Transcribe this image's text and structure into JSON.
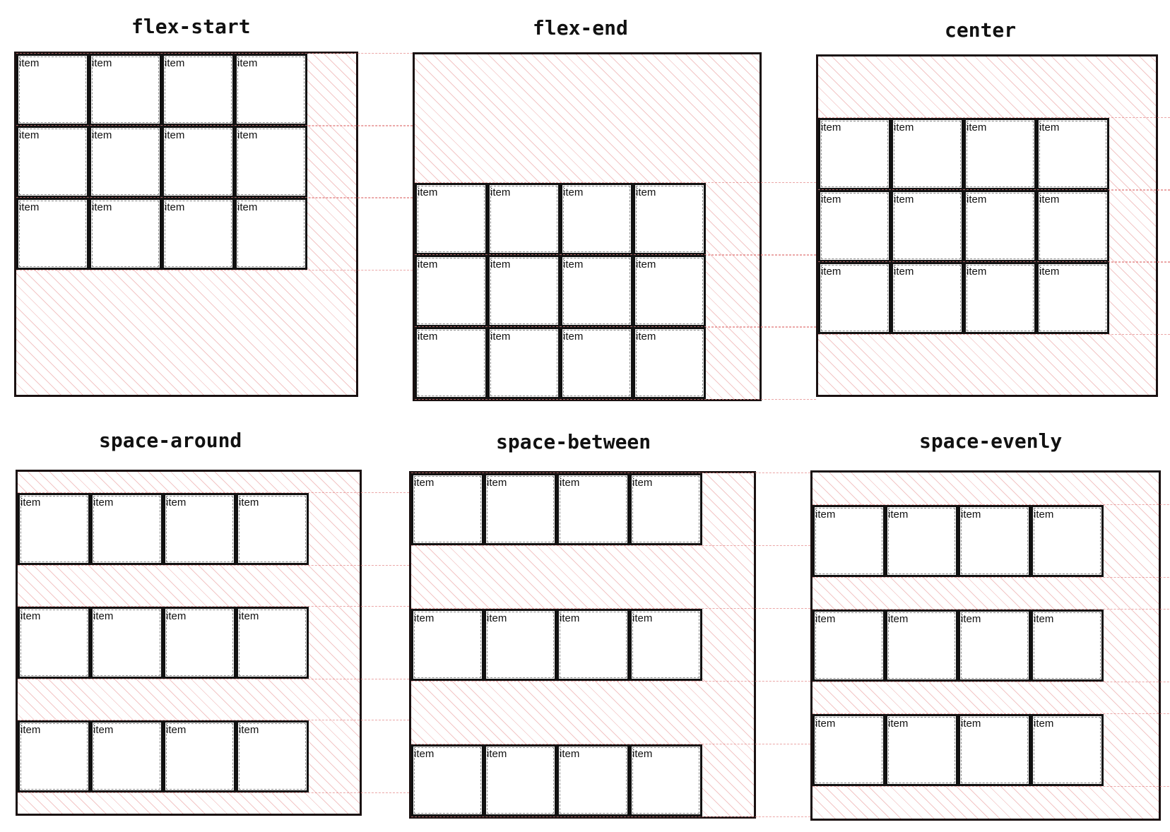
{
  "item_label": "item",
  "panels": [
    {
      "title": "flex-start",
      "align": "flex-start"
    },
    {
      "title": "flex-end",
      "align": "flex-end"
    },
    {
      "title": "center",
      "align": "center"
    },
    {
      "title": "space-around",
      "align": "space-around"
    },
    {
      "title": "space-between",
      "align": "space-between"
    },
    {
      "title": "space-evenly",
      "align": "space-evenly"
    }
  ],
  "grid": {
    "rows": 3,
    "columns": 4
  },
  "colors": {
    "border": "#1a1111",
    "hatch": "#e89696",
    "item_border": "#111111"
  }
}
